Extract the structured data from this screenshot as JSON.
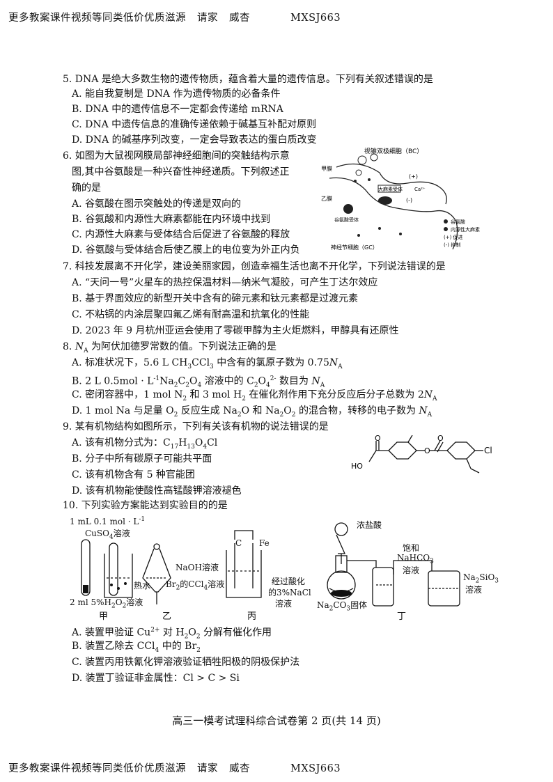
{
  "banner": {
    "text": "更多教案课件视频等同类低价优质滋源",
    "invite": "请家",
    "name": "威杏",
    "code": "MXSJ663"
  },
  "q5": {
    "stem": "5. DNA 是绝大多数生物的遗传物质，蕴含着大量的遗传信息。下列有关叙述错误的是",
    "A": "A. 能自我复制是 DNA 作为遗传物质的必备条件",
    "B": "B. DNA 中的遗传信息不一定都会传递给 mRNA",
    "C": "C. DNA 中遗传信息的准确传递依赖于碱基互补配对原则",
    "D": "D. DNA 的碱基序列改变，一定会导致表达的蛋白质改变"
  },
  "q6": {
    "stem1": "6. 如图为大鼠视网膜局部神经细胞间的突触结构示意",
    "stem2": "图,其中谷氨酸是一种兴奋性神经递质。下列叙述正",
    "stem3": "确的是",
    "A": "A. 谷氨酸在图示突触处的传递是双向的",
    "B": "B. 谷氨酸和内源性大麻素都能在内环境中找到",
    "C": "C. 内源性大麻素与受体结合后促进了谷氨酸的释放",
    "D": "D. 谷氨酸与受体结合后使乙膜上的电位变为外正内负",
    "fig": {
      "bc": "视锥双极细胞（BC）",
      "jia": "甲膜",
      "yi": "乙膜",
      "receptor1": "大麻素受体",
      "receptor2": "谷氨酸受体",
      "plus": "(+)",
      "minus": "(-)",
      "ca": "Ca²⁺",
      "gc": "神经节细胞（GC）",
      "legend1": "谷氨酸",
      "legend2": "内源性大麻素",
      "legend3": "(+) 促进",
      "legend4": "(-) 抑制"
    }
  },
  "q7": {
    "stem": "7. 科技发展离不开化学，建设美丽家园，创造幸福生活也离不开化学，下列说法错误的是",
    "A": "A. “天问一号”火星车的热控保温材料—纳米气凝胶，可产生丁达尔效应",
    "B": "B. 基于界面效应的新型开关中含有的碲元素和钛元素都是过渡元素",
    "C": "C. 不粘锅的内涂层聚四氟乙烯有耐高温和抗氧化的性能",
    "D": "D. 2023 年 9 月杭州亚运会使用了零碳甲醇为主火炬燃料，甲醇具有还原性"
  },
  "q8": {
    "stem_a": "8. ",
    "na": "N",
    "na_sub": "A",
    "stem_b": " 为阿伏加德罗常数的值。下列说法正确的是",
    "A_a": "A. 标准状况下，5.6 L CH",
    "A_s1": "3",
    "A_b": "CCl",
    "A_s2": "3",
    "A_c": " 中含有的氯原子数为 0.75",
    "B_a": "B. 2 L 0.5mol · L",
    "B_sup": "-1",
    "B_b": "Na",
    "B_s1": "2",
    "B_c": "C",
    "B_s2": "2",
    "B_d": "O",
    "B_s3": "4",
    "B_e": " 溶液中的 C",
    "B_s4": "2",
    "B_f": "O",
    "B_s5": "4",
    "B_sup2": "2-",
    "B_g": " 数目为 ",
    "C_a": "C. 密闭容器中，1 mol N",
    "C_s1": "2",
    "C_b": " 和 3 mol H",
    "C_s2": "2",
    "C_c": " 在催化剂作用下充分反应后分子总数为 2",
    "D_a": "D. 1 mol Na 与足量 O",
    "D_s1": "2",
    "D_b": " 反应生成 Na",
    "D_s2": "2",
    "D_c": "O 和 Na",
    "D_s3": "2",
    "D_d": "O",
    "D_s4": "2",
    "D_e": " 的混合物，转移的电子数为 "
  },
  "q9": {
    "stem": "9. 某有机物结构如图所示，下列有关该有机物的说法错误的是",
    "A_a": "A. 该有机物分式为：C",
    "A_s1": "17",
    "A_b": "H",
    "A_s2": "13",
    "A_c": "O",
    "A_s3": "4",
    "A_d": "Cl",
    "B": "B. 分子中所有碳原子可能共平面",
    "C": "C. 该有机物含有 5 种官能团",
    "D": "D. 该有机物能使酸性高锰酸钾溶液褪色",
    "fig": {
      "ho": "HO",
      "o1": "O",
      "o2": "O",
      "o3": "O",
      "cl": "Cl"
    }
  },
  "q10": {
    "stem": "10. 下列实验方案能达到实验目的的是",
    "fig": {
      "cuso4_a": "1 mL 0.1 mol · L",
      "cuso4_sup": "-1",
      "cuso4_b": "CuSO",
      "cuso4_s": "4",
      "cuso4_c": "溶液",
      "hot": "热水",
      "h2o2_a": "2 ml 5%H",
      "h2o2_s1": "2",
      "h2o2_b": "O",
      "h2o2_s2": "2",
      "h2o2_c": "溶液",
      "naoh": "NaOH溶液",
      "br_a": "Br",
      "br_s": "2",
      "br_b": "的CCl",
      "br_s2": "4",
      "br_c": "溶液",
      "c": "C",
      "fe": "Fe",
      "nacl1": "经过酸化",
      "nacl2": "的3%NaCl",
      "nacl3": "溶液",
      "hcl": "浓盐酸",
      "sat": "饱和",
      "nahco3_a": "NaHCO",
      "nahco3_s": "3",
      "nahco3_b": "溶液",
      "sio3_a": "Na",
      "sio3_s1": "2",
      "sio3_b": "SiO",
      "sio3_s2": "3",
      "sio3_c": "溶液",
      "na2co3_a": "Na",
      "na2co3_s1": "2",
      "na2co3_b": "CO",
      "na2co3_s2": "3",
      "na2co3_c": "固体",
      "jia": "甲",
      "yi": "乙",
      "bing": "丙",
      "ding": "丁"
    },
    "A_a": "A. 装置甲验证 Cu",
    "A_sup": "2+",
    "A_b": " 对 H",
    "A_s1": "2",
    "A_c": "O",
    "A_s2": "2",
    "A_d": " 分解有催化作用",
    "B_a": "B. 装置乙除去 CCl",
    "B_s": "4",
    "B_b": " 中的 Br",
    "B_s2": "2",
    "C": "C. 装置丙用铁氰化钾溶液验证牺牲阳极的阴极保护法",
    "D": "D. 装置丁验证非金属性：Cl > C > Si"
  },
  "footer": "高三一模考试理科综合试卷第 2 页(共 14 页)"
}
